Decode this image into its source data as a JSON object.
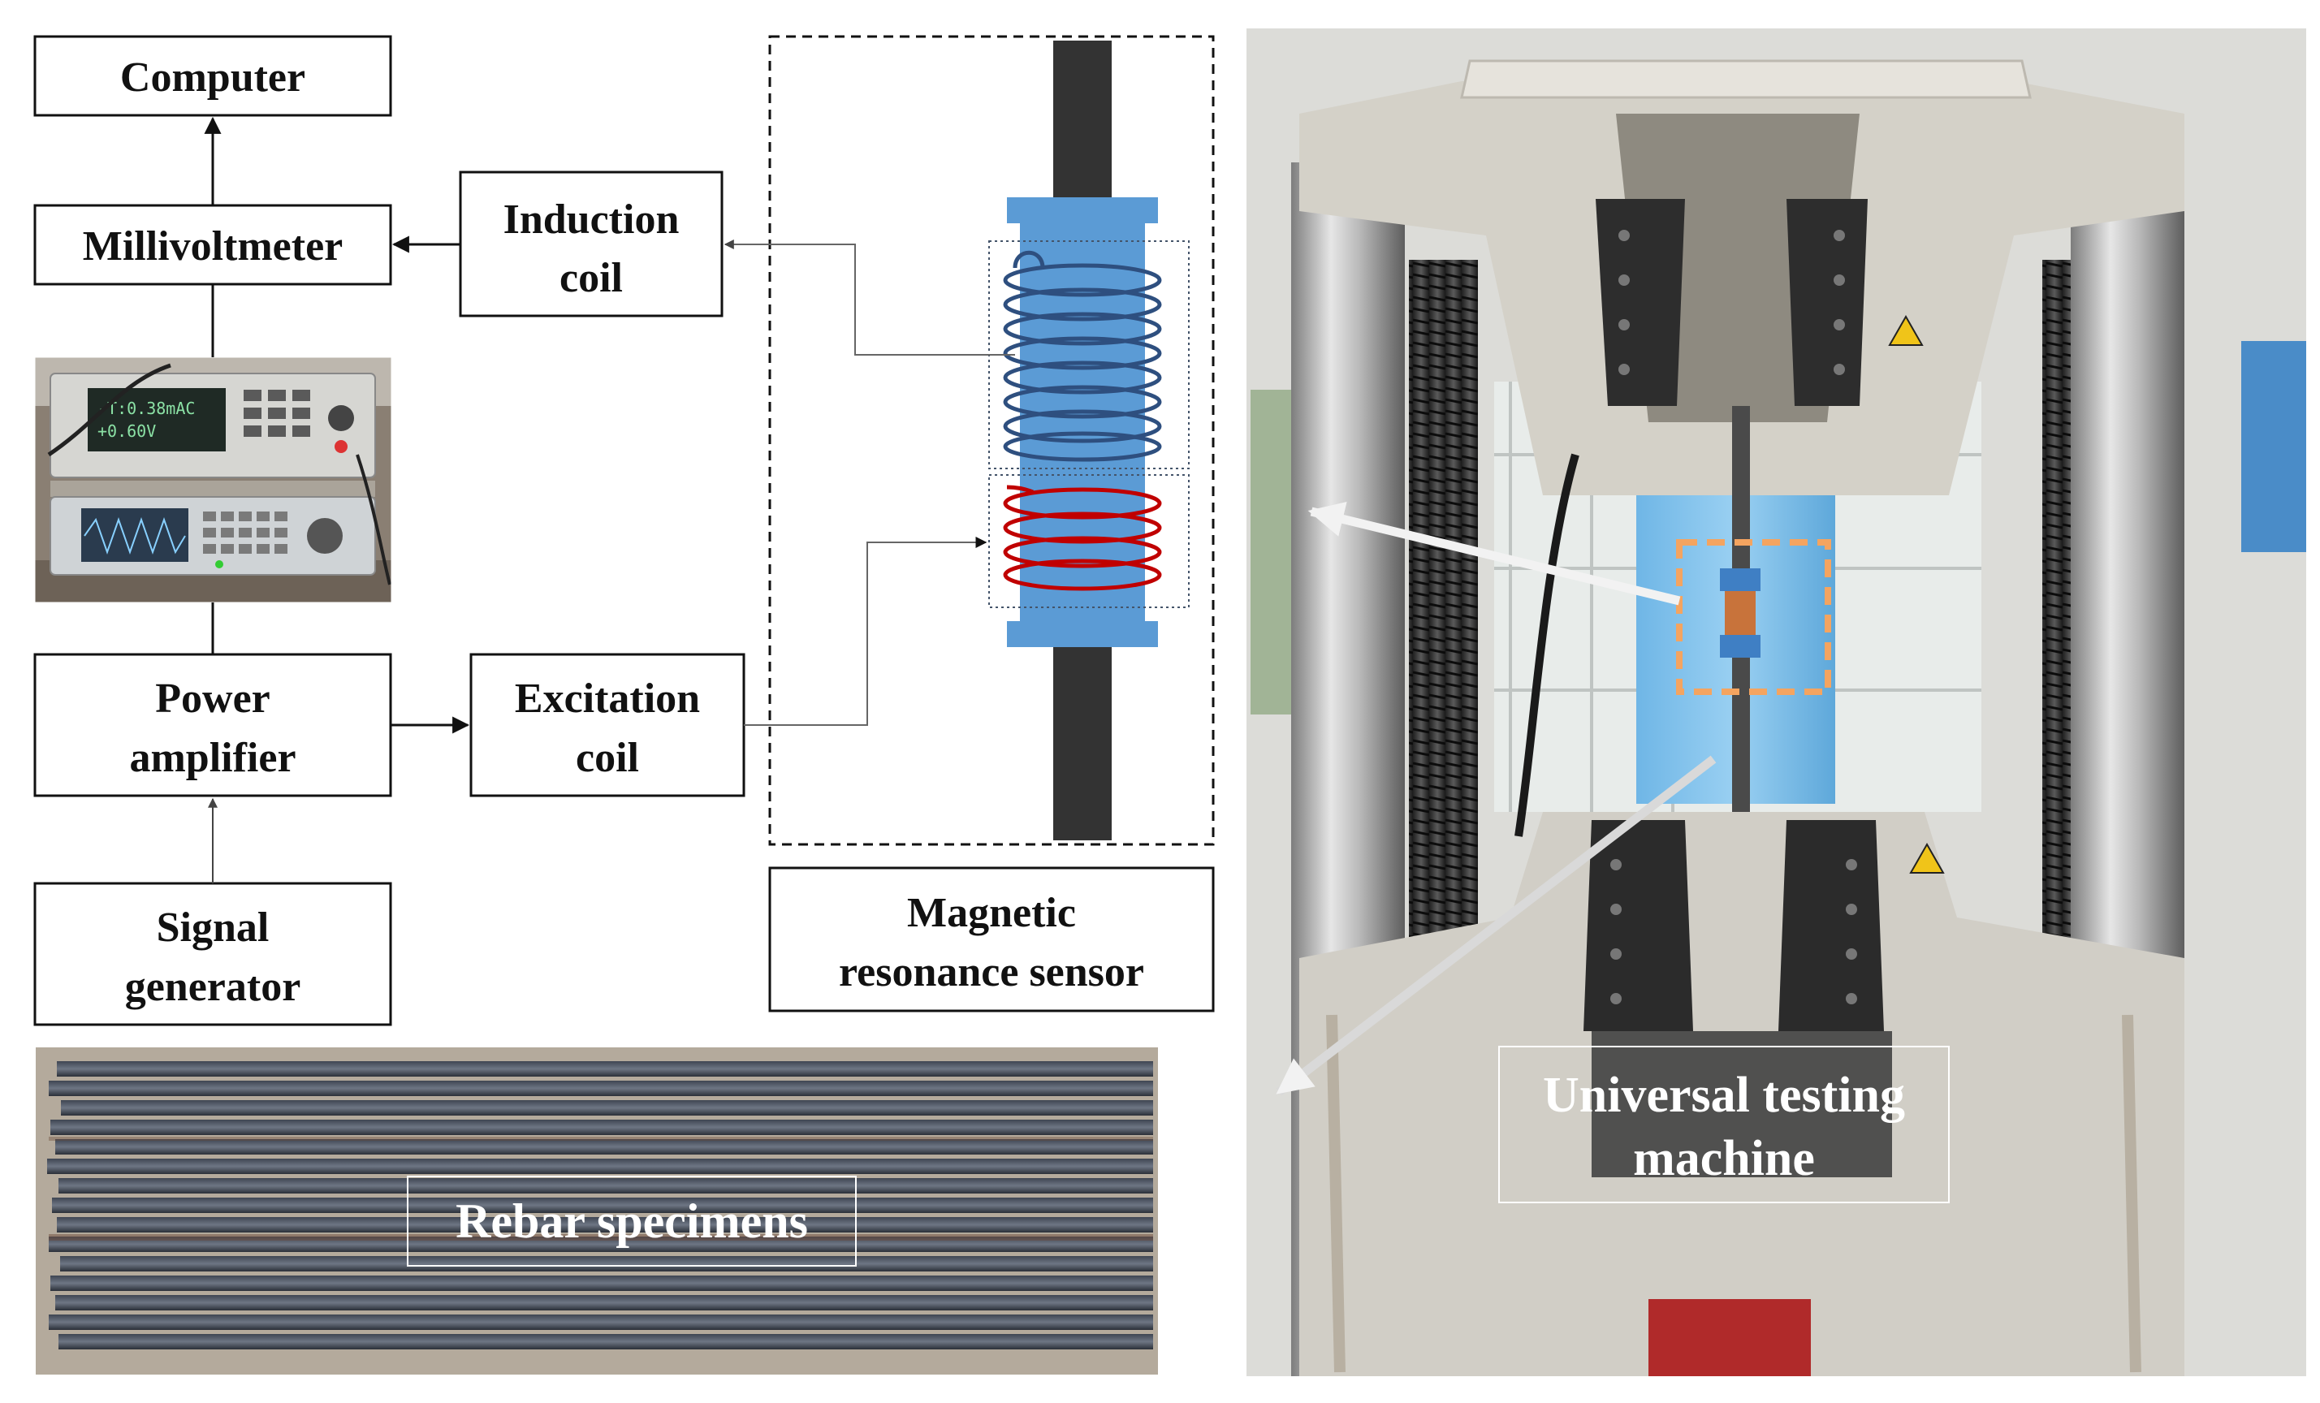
{
  "blocks": {
    "computer": "Computer",
    "millivoltmeter": "Millivoltmeter",
    "induction_coil": [
      "Induction",
      "coil"
    ],
    "power_amplifier": [
      "Power",
      "amplifier"
    ],
    "excitation_coil": [
      "Excitation",
      "coil"
    ],
    "signal_generator": [
      "Signal",
      "generator"
    ],
    "magnetic_resonance_sensor": [
      "Magnetic",
      "resonance sensor"
    ]
  },
  "photos": {
    "rebar_specimens": "Rebar specimens",
    "universal_testing_machine": [
      "Universal testing",
      "machine"
    ]
  },
  "colors": {
    "sensor_body": "#5b9bd5",
    "induction_winding": "#2e4f7f",
    "excitation_winding": "#c00000",
    "rebar": "#333333",
    "highlight": "#f4a460",
    "arrow_photo": "#e8e8e8"
  }
}
